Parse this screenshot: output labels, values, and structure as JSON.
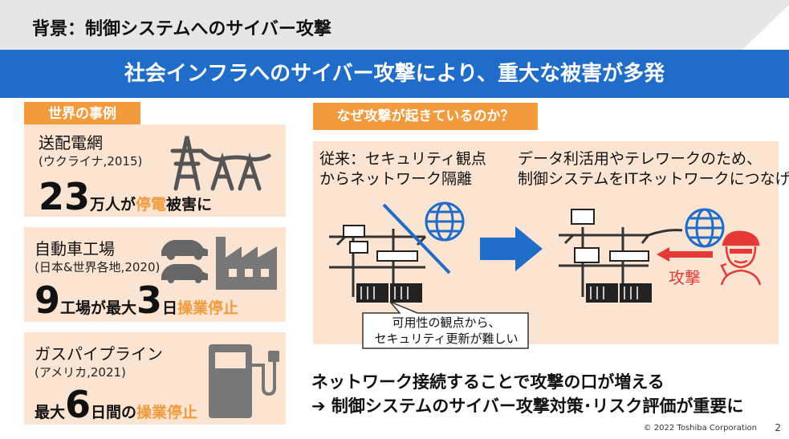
{
  "header": {
    "title": "背景：制御システムへのサイバー攻撃"
  },
  "banner": {
    "text": "社会インフラへのサイバー攻撃により、重大な被害が多発"
  },
  "left": {
    "section_label": "世界の事例",
    "cases": [
      {
        "title": "送配電網",
        "subtitle": "(ウクライナ,2015)",
        "stat_big": "23",
        "stat_text_1": "万人が",
        "stat_accent": "停電",
        "stat_text_2": "被害に",
        "icon": "power-tower-icon"
      },
      {
        "title": "自動車工場",
        "subtitle": "(日本&世界各地,2020)",
        "stat_big_1": "9",
        "stat_text_1": "工場が最大",
        "stat_big_2": "3",
        "stat_text_2": "日",
        "stat_accent": "操業停止",
        "icon": "factory-icon"
      },
      {
        "title": "ガスパイプライン",
        "subtitle": "(アメリカ,2021)",
        "stat_text_1": "最大",
        "stat_big": "6",
        "stat_text_2": "日間の",
        "stat_accent": "操業停止",
        "icon": "gas-pump-icon"
      }
    ]
  },
  "right": {
    "question_label": "なぜ攻撃が起きているのか？",
    "before_text": [
      "従来：セキュリティ観点",
      "からネットワーク隔離"
    ],
    "after_text": [
      "データ利活用やテレワークのため、",
      "制御システムをITネットワークにつなげる"
    ],
    "callout": [
      "可用性の観点から、",
      "セキュリティ更新が難しい"
    ],
    "attack_label": "攻撃"
  },
  "conclusion": {
    "line1": "ネットワーク接続することで攻撃の口が増える",
    "line2": "➔ 制御システムのサイバー攻撃対策･リスク評価が重要に"
  },
  "footer": {
    "copyright": "© 2022 Toshiba Corporation",
    "page": "2"
  },
  "colors": {
    "banner": "#1f6cc9",
    "accent": "#f39a3c",
    "card": "#fbe5d2",
    "attack": "#e53935"
  }
}
